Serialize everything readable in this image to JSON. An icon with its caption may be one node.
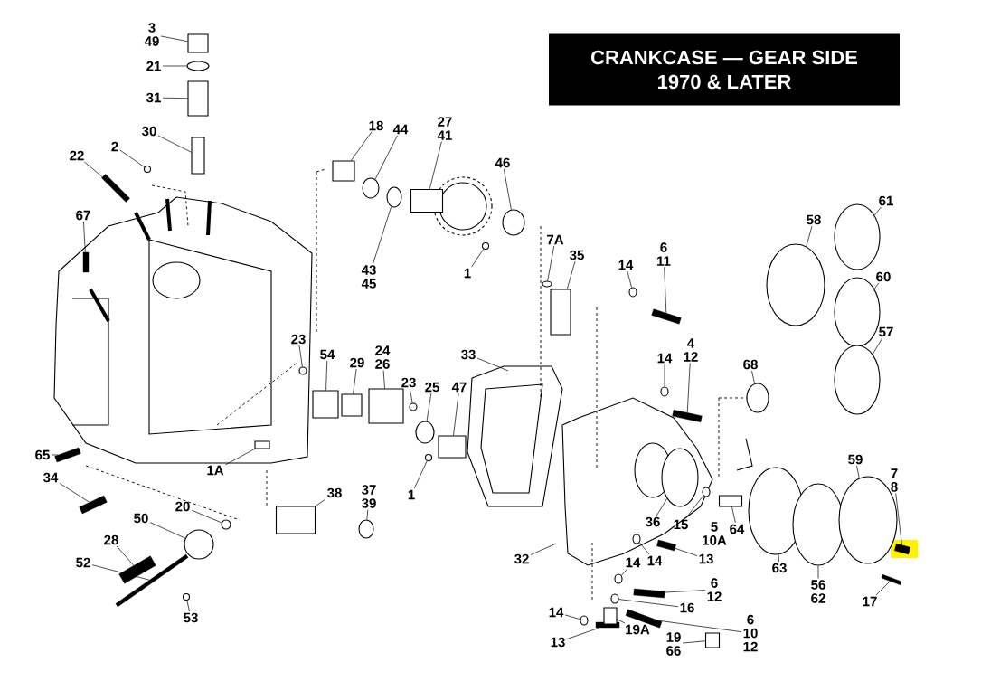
{
  "diagram": {
    "title": "CRANKCASE — GEAR SIDE 1970 & LATER",
    "nodes": [
      {
        "text": [
          "3",
          "49"
        ]
      },
      {
        "text": [
          "21"
        ]
      },
      {
        "text": [
          "31"
        ]
      },
      {
        "text": [
          "30"
        ]
      },
      {
        "text": [
          "22"
        ]
      },
      {
        "text": [
          "2"
        ]
      },
      {
        "text": [
          "18"
        ]
      },
      {
        "text": [
          "44"
        ]
      },
      {
        "text": [
          "27",
          "41"
        ]
      },
      {
        "text": [
          "46"
        ]
      },
      {
        "text": [
          "61"
        ]
      },
      {
        "text": [
          "67"
        ]
      },
      {
        "text": [
          "58"
        ]
      },
      {
        "text": [
          "7A"
        ]
      },
      {
        "text": [
          "35"
        ]
      },
      {
        "text": [
          "6",
          "11"
        ]
      },
      {
        "text": [
          "14"
        ]
      },
      {
        "text": [
          "43",
          "45"
        ]
      },
      {
        "text": [
          "1"
        ]
      },
      {
        "text": [
          "60"
        ]
      },
      {
        "text": [
          "57"
        ]
      },
      {
        "text": [
          "23"
        ]
      },
      {
        "text": [
          "24",
          "26"
        ]
      },
      {
        "text": [
          "54"
        ]
      },
      {
        "text": [
          "29"
        ]
      },
      {
        "text": [
          "33"
        ]
      },
      {
        "text": [
          "14"
        ]
      },
      {
        "text": [
          "4",
          "12"
        ]
      },
      {
        "text": [
          "68"
        ]
      },
      {
        "text": [
          "23"
        ]
      },
      {
        "text": [
          "25"
        ]
      },
      {
        "text": [
          "47"
        ]
      },
      {
        "text": [
          "65"
        ]
      },
      {
        "text": [
          "1A"
        ]
      },
      {
        "text": [
          "59"
        ]
      },
      {
        "text": [
          "7",
          "8"
        ]
      },
      {
        "text": [
          "34"
        ]
      },
      {
        "text": [
          "38"
        ]
      },
      {
        "text": [
          "37",
          "39"
        ]
      },
      {
        "text": [
          "1"
        ]
      },
      {
        "text": [
          "20"
        ]
      },
      {
        "text": [
          "50"
        ]
      },
      {
        "text": [
          "36"
        ]
      },
      {
        "text": [
          "15"
        ]
      },
      {
        "text": [
          "5",
          "10A"
        ]
      },
      {
        "text": [
          "64"
        ]
      },
      {
        "text": [
          "28"
        ]
      },
      {
        "text": [
          "32"
        ]
      },
      {
        "text": [
          "14"
        ]
      },
      {
        "text": [
          "52"
        ]
      },
      {
        "text": [
          "14"
        ]
      },
      {
        "text": [
          "63"
        ]
      },
      {
        "text": [
          "56",
          "62"
        ]
      },
      {
        "text": [
          "6",
          "12"
        ]
      },
      {
        "text": [
          "16"
        ]
      },
      {
        "text": [
          "17"
        ]
      },
      {
        "text": [
          "53"
        ]
      },
      {
        "text": [
          "14"
        ]
      },
      {
        "text": [
          "6",
          "10",
          "12"
        ]
      },
      {
        "text": [
          "19A"
        ]
      },
      {
        "text": [
          "19",
          "66"
        ]
      },
      {
        "text": [
          "13"
        ]
      },
      {
        "text": [
          "13"
        ]
      },
      {
        "text": [],
        "shape": "bar"
      },
      {
        "text": [],
        "shape": "bar"
      },
      {
        "text": [],
        "shape": "bar"
      },
      {
        "text": [],
        "shape": "bar"
      },
      {
        "text": [],
        "shape": "bar"
      },
      {
        "text": [],
        "shape": "circle"
      },
      {
        "text": [],
        "shape": "bar"
      },
      {
        "text": [],
        "shape": "circle"
      },
      {
        "text": [],
        "shape": "box"
      },
      {
        "text": [],
        "shape": "circle"
      },
      {
        "text": [],
        "shape": "box"
      },
      {
        "text": [],
        "shape": "box"
      },
      {
        "text": [],
        "shape": "circle"
      },
      {
        "text": [],
        "shape": "circle"
      },
      {
        "text": [],
        "shape": "box"
      },
      {
        "text": [],
        "shape": "box"
      },
      {
        "text": [],
        "shape": "circle"
      },
      {
        "text": [],
        "shape": "box"
      },
      {
        "text": [],
        "shape": "box"
      },
      {
        "text": [],
        "shape": "box"
      },
      {
        "text": [],
        "shape": "circle"
      },
      {
        "text": [],
        "shape": "circle"
      },
      {
        "text": [],
        "shape": "box"
      },
      {
        "text": [],
        "shape": "circle"
      },
      {
        "text": [],
        "shape": "circle"
      },
      {
        "text": [],
        "shape": "circle"
      },
      {
        "text": [],
        "shape": "box"
      },
      {
        "text": [],
        "shape": "circle"
      },
      {
        "text": [],
        "shape": "box"
      },
      {
        "text": [],
        "shape": "circle"
      },
      {
        "text": [],
        "shape": "circle"
      },
      {
        "text": [],
        "shape": "circle"
      },
      {
        "text": [],
        "shape": "box"
      },
      {
        "text": [],
        "shape": "circle"
      },
      {
        "text": [],
        "shape": "bar"
      },
      {
        "text": [],
        "shape": "box"
      },
      {
        "text": [],
        "shape": "circle"
      },
      {
        "text": [],
        "shape": "circle"
      },
      {
        "text": [],
        "shape": "circle"
      },
      {
        "text": [],
        "shape": "circle"
      },
      {
        "text": [],
        "shape": "bar"
      },
      {
        "text": [],
        "shape": "bar"
      },
      {
        "text": [],
        "shape": "circle"
      },
      {
        "text": [],
        "shape": "bar"
      },
      {
        "text": [],
        "shape": "bar"
      },
      {
        "text": [],
        "shape": "circle"
      },
      {
        "text": [],
        "shape": "bar"
      },
      {
        "text": [],
        "shape": "circle"
      },
      {
        "text": [],
        "shape": "box"
      },
      {
        "text": [],
        "shape": "box"
      },
      {
        "text": [],
        "shape": "circle"
      },
      {
        "text": [],
        "shape": "circle"
      },
      {
        "text": [],
        "shape": "circle"
      },
      {
        "text": [],
        "shape": "circle"
      },
      {
        "text": [],
        "shape": "circle"
      },
      {
        "text": [],
        "shape": "circle"
      },
      {
        "text": [],
        "shape": "circle"
      },
      {
        "text": [],
        "shape": "circle"
      },
      {
        "text": [],
        "shape": "bar"
      },
      {
        "text": [],
        "shape": "bar"
      }
    ],
    "edges": [
      {
        "from": 0,
        "to": 71,
        "arrow": "none"
      },
      {
        "from": 1,
        "to": 72,
        "arrow": "none"
      },
      {
        "from": 2,
        "to": 73,
        "arrow": "none"
      },
      {
        "from": 3,
        "to": 74,
        "arrow": "none"
      },
      {
        "from": 4,
        "to": 66,
        "arrow": "none"
      },
      {
        "from": 5,
        "to": 68,
        "arrow": "none"
      },
      {
        "from": 6,
        "to": 81,
        "arrow": "none"
      },
      {
        "from": 7,
        "to": 84,
        "arrow": "none"
      },
      {
        "from": 8,
        "to": 89,
        "arrow": "none"
      },
      {
        "from": 9,
        "to": 93,
        "arrow": "none"
      },
      {
        "from": 10,
        "to": 117,
        "arrow": "none"
      },
      {
        "from": 11,
        "to": 64,
        "arrow": "none"
      },
      {
        "from": 12,
        "to": 115,
        "arrow": "none"
      },
      {
        "from": 13,
        "to": 94,
        "arrow": "none"
      },
      {
        "from": 14,
        "to": 95,
        "arrow": "none"
      },
      {
        "from": 15,
        "to": 106,
        "arrow": "none"
      },
      {
        "from": 16,
        "to": 101,
        "arrow": "none"
      },
      {
        "from": 17,
        "to": 86,
        "arrow": "none"
      },
      {
        "from": 18,
        "to": 92,
        "arrow": "none"
      },
      {
        "from": 19,
        "to": 118,
        "arrow": "none"
      },
      {
        "from": 20,
        "to": 119,
        "arrow": "none"
      },
      {
        "from": 21,
        "to": 79,
        "arrow": "none"
      },
      {
        "from": 22,
        "to": 85,
        "arrow": "none"
      },
      {
        "from": 23,
        "to": 80,
        "arrow": "none"
      },
      {
        "from": 24,
        "to": 82,
        "arrow": "none"
      },
      {
        "from": 25,
        "to": null,
        "arrow": "none"
      },
      {
        "from": 26,
        "to": 105,
        "arrow": "none"
      },
      {
        "from": 27,
        "to": 109,
        "arrow": "none"
      },
      {
        "from": 28,
        "to": 113,
        "arrow": "none"
      },
      {
        "from": 29,
        "to": 87,
        "arrow": "none"
      },
      {
        "from": 30,
        "to": 88,
        "arrow": "none"
      },
      {
        "from": 31,
        "to": 91,
        "arrow": "none"
      },
      {
        "from": 32,
        "to": 63,
        "arrow": "none"
      },
      {
        "from": 33,
        "to": 77,
        "arrow": "none"
      },
      {
        "from": 34,
        "to": 120,
        "arrow": "none"
      },
      {
        "from": 35,
        "to": 122,
        "arrow": "none"
      },
      {
        "from": 36,
        "to": 65,
        "arrow": "none"
      },
      {
        "from": 37,
        "to": 78,
        "arrow": "none"
      },
      {
        "from": 38,
        "to": 83,
        "arrow": "none"
      },
      {
        "from": 39,
        "to": 90,
        "arrow": "none"
      },
      {
        "from": 40,
        "to": 76,
        "arrow": "none"
      },
      {
        "from": 41,
        "to": 75,
        "arrow": "none"
      },
      {
        "from": 42,
        "to": 108,
        "arrow": "none"
      },
      {
        "from": 43,
        "to": 110,
        "arrow": "none"
      },
      {
        "from": 45,
        "to": 112,
        "arrow": "none"
      },
      {
        "from": 46,
        "to": 67,
        "arrow": "none"
      },
      {
        "from": 47,
        "to": null,
        "arrow": "none"
      },
      {
        "from": 48,
        "to": 102,
        "arrow": "none"
      },
      {
        "from": 49,
        "to": 69,
        "arrow": "none"
      },
      {
        "from": 50,
        "to": 100,
        "arrow": "none"
      },
      {
        "from": 51,
        "to": 114,
        "arrow": "none"
      },
      {
        "from": 52,
        "to": 116,
        "arrow": "none"
      },
      {
        "from": 53,
        "to": 104,
        "arrow": "none"
      },
      {
        "from": 54,
        "to": 99,
        "arrow": "none"
      },
      {
        "from": 55,
        "to": 121,
        "arrow": "none"
      },
      {
        "from": 56,
        "to": 70,
        "arrow": "none"
      },
      {
        "from": 57,
        "to": 96,
        "arrow": "none"
      },
      {
        "from": 58,
        "to": 103,
        "arrow": "none"
      },
      {
        "from": 59,
        "to": 98,
        "arrow": "none"
      },
      {
        "from": 60,
        "to": 111,
        "arrow": "none"
      },
      {
        "from": 61,
        "to": 97,
        "arrow": "none"
      },
      {
        "from": 62,
        "to": 107,
        "arrow": "none"
      }
    ]
  }
}
